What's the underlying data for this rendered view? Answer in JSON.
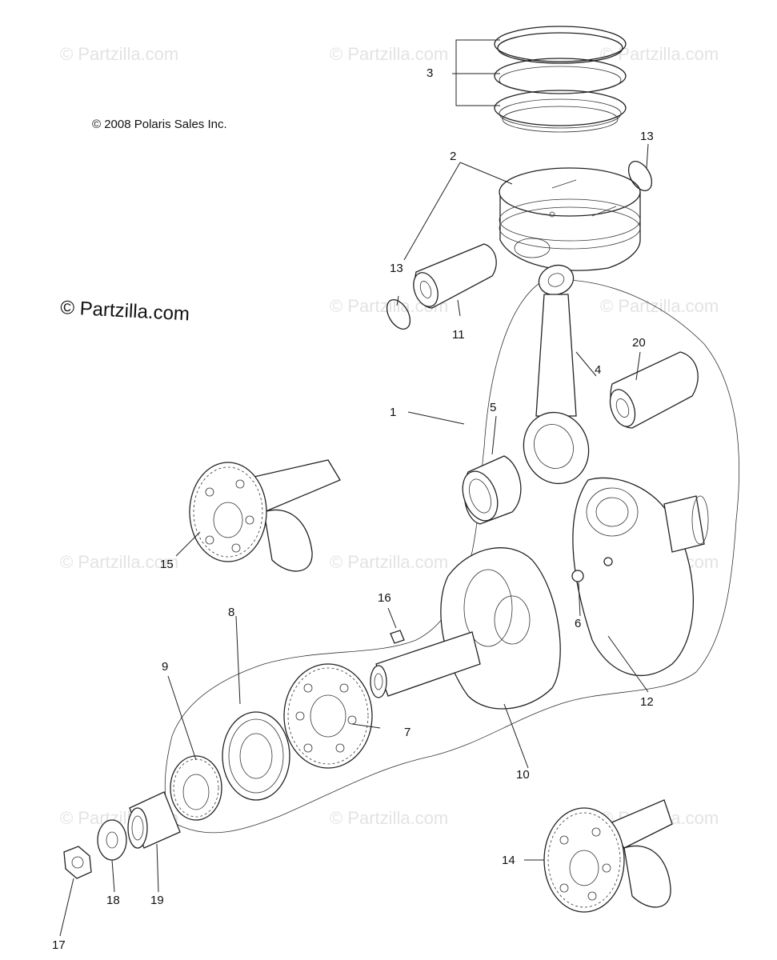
{
  "copyright_text": "© 2008 Polaris Sales Inc.",
  "brand_text": "© Partzilla.com",
  "watermark_text": "© Partzilla.com",
  "callouts": {
    "p1": "1",
    "p2": "2",
    "p3": "3",
    "p4": "4",
    "p5": "5",
    "p6": "6",
    "p7": "7",
    "p8": "8",
    "p9": "9",
    "p10": "10",
    "p11": "11",
    "p12": "12",
    "p13a": "13",
    "p13b": "13",
    "p14": "14",
    "p15": "15",
    "p16": "16",
    "p17": "17",
    "p18": "18",
    "p19": "19",
    "p20": "20"
  }
}
